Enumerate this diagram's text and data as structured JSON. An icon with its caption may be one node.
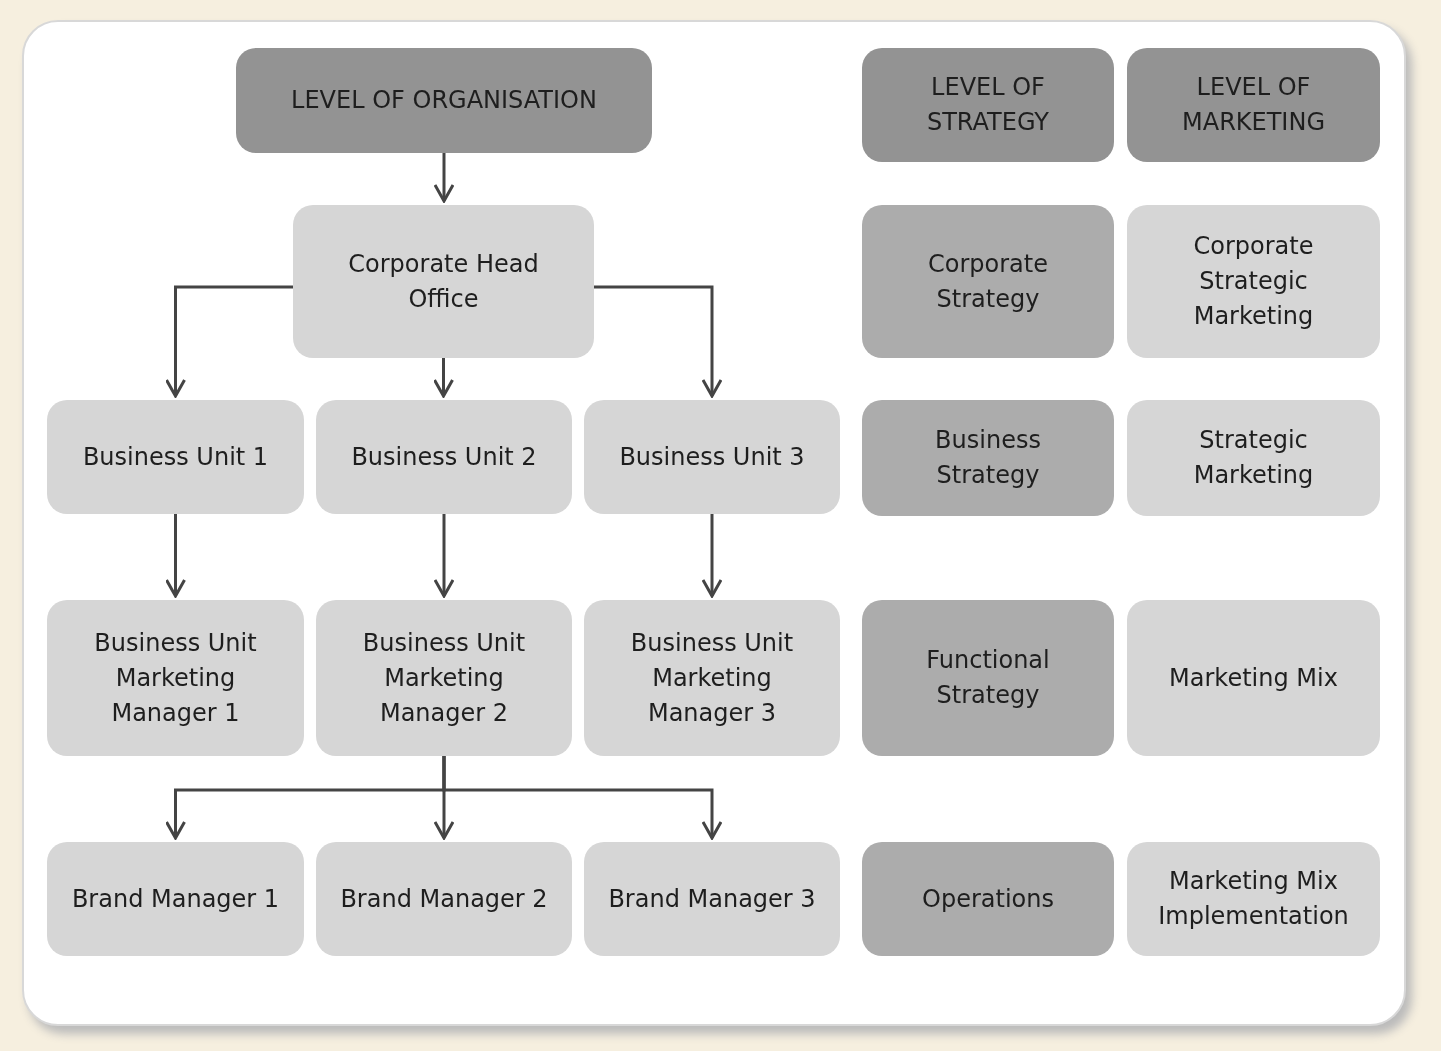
{
  "diagram": {
    "nodes": [
      {
        "text": [
          "LEVEL OF ORGANISATION"
        ]
      },
      {
        "text": [
          "LEVEL OF STRATEGY"
        ]
      },
      {
        "text": [
          "LEVEL OF MARKETING"
        ]
      },
      {
        "text": [
          "Corporate Head Office"
        ]
      },
      {
        "text": [
          "Corporate Strategy"
        ]
      },
      {
        "text": [
          "Corporate Strategic Marketing"
        ]
      },
      {
        "text": [
          "Business Unit 1"
        ]
      },
      {
        "text": [
          "Business Unit 2"
        ]
      },
      {
        "text": [
          "Business Unit 3"
        ]
      },
      {
        "text": [
          "Business Strategy"
        ]
      },
      {
        "text": [
          "Strategic Marketing"
        ]
      },
      {
        "text": [
          "Business Unit Marketing Manager 1"
        ]
      },
      {
        "text": [
          "Business Unit Marketing Manager 2"
        ]
      },
      {
        "text": [
          "Business Unit Marketing Manager 3"
        ]
      },
      {
        "text": [
          "Functional Strategy"
        ]
      },
      {
        "text": [
          "Marketing Mix"
        ]
      },
      {
        "text": [
          "Brand Manager 1"
        ]
      },
      {
        "text": [
          "Brand Manager 2"
        ]
      },
      {
        "text": [
          "Brand Manager 3"
        ]
      },
      {
        "text": [
          "Operations"
        ]
      },
      {
        "text": [
          "Marketing Mix Implementation"
        ]
      }
    ],
    "edges": [
      {
        "from": 0,
        "to": 3,
        "arrow": "to"
      },
      {
        "from": 3,
        "to": 6,
        "arrow": "to"
      },
      {
        "from": 3,
        "to": 7,
        "arrow": "to"
      },
      {
        "from": 3,
        "to": 8,
        "arrow": "to"
      },
      {
        "from": 6,
        "to": 11,
        "arrow": "to"
      },
      {
        "from": 7,
        "to": 12,
        "arrow": "to"
      },
      {
        "from": 8,
        "to": 13,
        "arrow": "to"
      },
      {
        "from": 12,
        "to": 16,
        "arrow": "to"
      },
      {
        "from": 12,
        "to": 17,
        "arrow": "to"
      },
      {
        "from": 12,
        "to": 18,
        "arrow": "to"
      }
    ]
  }
}
